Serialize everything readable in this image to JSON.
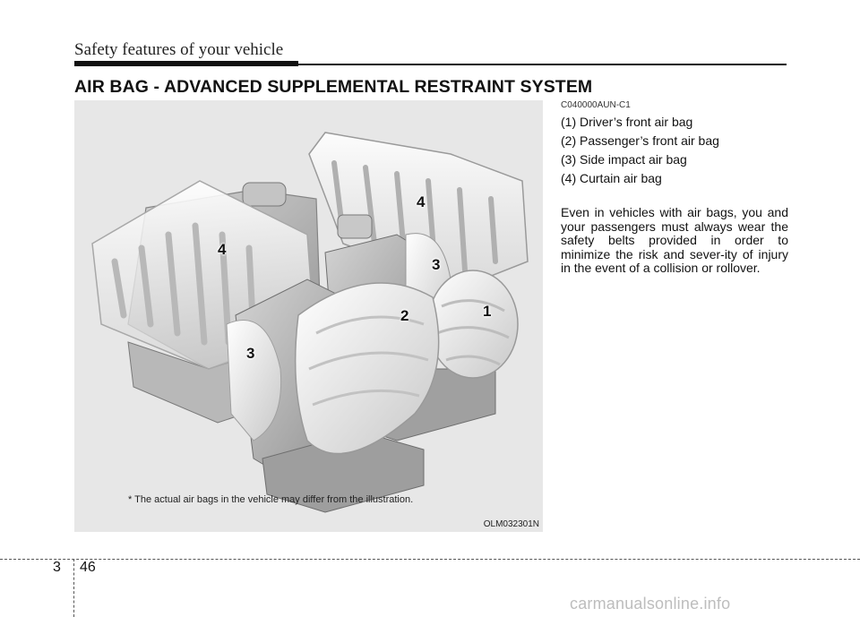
{
  "header": {
    "section_title": "Safety features of your vehicle"
  },
  "article": {
    "title": "AIR BAG - ADVANCED SUPPLEMENTAL RESTRAINT SYSTEM",
    "doc_code": "C040000AUN-C1",
    "legend": [
      "(1) Driver’s front air bag",
      "(2) Passenger’s front air bag",
      "(3) Side impact air bag",
      "(4) Curtain air bag"
    ],
    "body": "Even in vehicles with air bags, you and your passengers must always wear the safety belts provided in order to minimize the risk and sever-ity of injury in the event of a collision or rollover."
  },
  "figure": {
    "callouts": [
      "4",
      "4",
      "3",
      "3",
      "2",
      "1"
    ],
    "disclaimer": "* The actual air bags in the vehicle may differ from the illustration.",
    "code": "OLM032301N"
  },
  "footer": {
    "chapter": "3",
    "page": "46",
    "watermark": "carmanualsonline.info"
  }
}
